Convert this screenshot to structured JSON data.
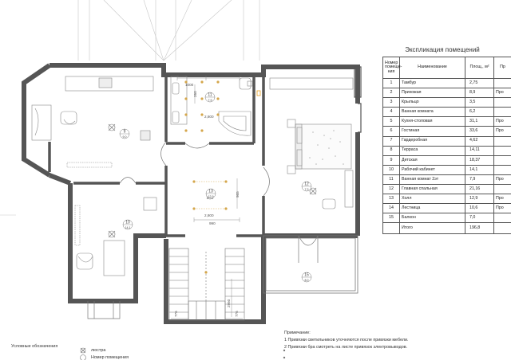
{
  "table": {
    "title": "Экспликация помещений",
    "headers": [
      "Номер помеще- ния",
      "Наименование",
      "Площ., м²",
      "Пр"
    ],
    "rows": [
      {
        "num": "1",
        "name": "Тамбур",
        "area": "2,75",
        "extra": ""
      },
      {
        "num": "2",
        "name": "Прихожая",
        "area": "8,9",
        "extra": "Про"
      },
      {
        "num": "3",
        "name": "Крыльцо",
        "area": "3,5",
        "extra": ""
      },
      {
        "num": "4",
        "name": "Ванная комната",
        "area": "6,2",
        "extra": ""
      },
      {
        "num": "5",
        "name": "Кухня-столовая",
        "area": "31,1",
        "extra": "Про"
      },
      {
        "num": "6",
        "name": "Гостиная",
        "area": "33,6",
        "extra": "Про"
      },
      {
        "num": "7",
        "name": "Гардеробная",
        "area": "4,62",
        "extra": ""
      },
      {
        "num": "8",
        "name": "Терраса",
        "area": "14,11",
        "extra": ""
      },
      {
        "num": "9",
        "name": "Детская",
        "area": "18,37",
        "extra": ""
      },
      {
        "num": "10",
        "name": "Рабочий кабинет",
        "area": "14,1",
        "extra": ""
      },
      {
        "num": "11",
        "name": "Ванная комнат 2эт",
        "area": "7,9",
        "extra": "Про"
      },
      {
        "num": "12",
        "name": "Главная спальная",
        "area": "21,16",
        "extra": ""
      },
      {
        "num": "13",
        "name": "Холл",
        "area": "12,9",
        "extra": "Про"
      },
      {
        "num": "14",
        "name": "Лестница",
        "area": "10,6",
        "extra": "Про"
      },
      {
        "num": "15",
        "name": "Балкон",
        "area": "7,0",
        "extra": ""
      }
    ],
    "total_label": "Итого",
    "total_value": "196,8"
  },
  "notes": {
    "title": "Примечание:",
    "items": [
      "1   Привязки светильников уточняются после привязки мебели.",
      "2   Привязки бра смотреть на листе привязок электровыводов."
    ]
  },
  "legend": {
    "title": "Условные обозначения",
    "chandelier": "люстра",
    "room_number": "Номер помещения"
  },
  "rooms": [
    {
      "id": "r9",
      "number": "9",
      "area": "9.0"
    },
    {
      "id": "r10",
      "number": "10",
      "area": "14.1"
    },
    {
      "id": "r11",
      "number": "11",
      "area": "7.9"
    },
    {
      "id": "r12",
      "number": "12",
      "area": "7.3"
    },
    {
      "id": "r13",
      "number": "13",
      "area": "12.9"
    },
    {
      "id": "r15",
      "number": "15",
      "area": "8.0"
    }
  ],
  "dims": {
    "d900a": "900",
    "d1000": "1000",
    "d900b": "900",
    "d2800a": "2,800",
    "d2800b": "2,800",
    "d990": "990",
    "d985": "985",
    "d260": "260",
    "d2950": "2950",
    "d776a": "776",
    "d776b": "776"
  },
  "colors": {
    "wall": "#555555",
    "wall_fill": "#ffffff",
    "line": "#777777",
    "light": "#d4a64a",
    "accent_green": "#5aa85a",
    "accent_orange": "#e8a020"
  }
}
